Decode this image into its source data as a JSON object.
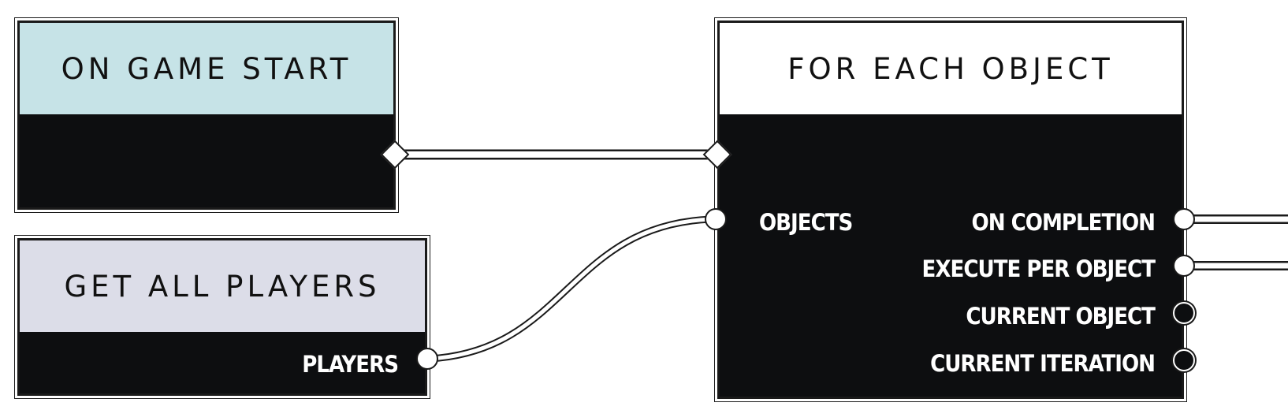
{
  "nodes": {
    "game_start": {
      "title": "ON GAME START",
      "header_color": "#c6e3e7"
    },
    "get_players": {
      "title": "GET ALL PLAYERS",
      "header_color": "#dcdde8",
      "outputs": {
        "players": "PLAYERS"
      }
    },
    "for_each": {
      "title": "FOR EACH OBJECT",
      "header_color": "#ffffff",
      "inputs": {
        "objects": "OBJECTS"
      },
      "outputs": {
        "on_completion": "ON COMPLETION",
        "execute_per_object": "EXECUTE PER OBJECT",
        "current_object": "CURRENT OBJECT",
        "current_iteration": "CURRENT ITERATION"
      }
    }
  }
}
